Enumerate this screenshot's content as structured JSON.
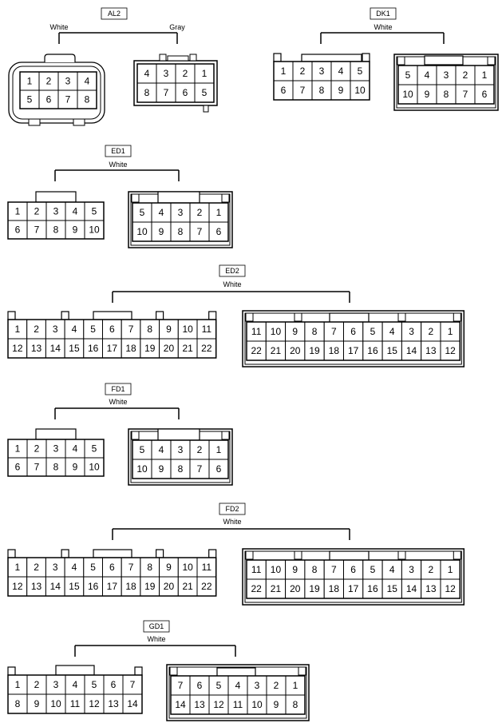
{
  "connectors": [
    {
      "id": "AL2",
      "label": "AL2",
      "colors": [
        "White",
        "Gray"
      ],
      "male": {
        "rows": [
          [
            "1",
            "2",
            "3",
            "4"
          ],
          [
            "5",
            "6",
            "7",
            "8"
          ]
        ]
      },
      "female": {
        "rows": [
          [
            "4",
            "3",
            "2",
            "1"
          ],
          [
            "8",
            "7",
            "6",
            "5"
          ]
        ]
      }
    },
    {
      "id": "DK1",
      "label": "DK1",
      "colors": [
        "White"
      ],
      "male": {
        "rows": [
          [
            "1",
            "2",
            "3",
            "4",
            "5"
          ],
          [
            "6",
            "7",
            "8",
            "9",
            "10"
          ]
        ]
      },
      "female": {
        "rows": [
          [
            "5",
            "4",
            "3",
            "2",
            "1"
          ],
          [
            "10",
            "9",
            "8",
            "7",
            "6"
          ]
        ]
      }
    },
    {
      "id": "ED1",
      "label": "ED1",
      "colors": [
        "White"
      ],
      "male": {
        "rows": [
          [
            "1",
            "2",
            "3",
            "4",
            "5"
          ],
          [
            "6",
            "7",
            "8",
            "9",
            "10"
          ]
        ]
      },
      "female": {
        "rows": [
          [
            "5",
            "4",
            "3",
            "2",
            "1"
          ],
          [
            "10",
            "9",
            "8",
            "7",
            "6"
          ]
        ]
      }
    },
    {
      "id": "ED2",
      "label": "ED2",
      "colors": [
        "White"
      ],
      "male": {
        "rows": [
          [
            "1",
            "2",
            "3",
            "4",
            "5",
            "6",
            "7",
            "8",
            "9",
            "10",
            "11"
          ],
          [
            "12",
            "13",
            "14",
            "15",
            "16",
            "17",
            "18",
            "19",
            "20",
            "21",
            "22"
          ]
        ]
      },
      "female": {
        "rows": [
          [
            "11",
            "10",
            "9",
            "8",
            "7",
            "6",
            "5",
            "4",
            "3",
            "2",
            "1"
          ],
          [
            "22",
            "21",
            "20",
            "19",
            "18",
            "17",
            "16",
            "15",
            "14",
            "13",
            "12"
          ]
        ]
      }
    },
    {
      "id": "FD1",
      "label": "FD1",
      "colors": [
        "White"
      ],
      "male": {
        "rows": [
          [
            "1",
            "2",
            "3",
            "4",
            "5"
          ],
          [
            "6",
            "7",
            "8",
            "9",
            "10"
          ]
        ]
      },
      "female": {
        "rows": [
          [
            "5",
            "4",
            "3",
            "2",
            "1"
          ],
          [
            "10",
            "9",
            "8",
            "7",
            "6"
          ]
        ]
      }
    },
    {
      "id": "FD2",
      "label": "FD2",
      "colors": [
        "White"
      ],
      "male": {
        "rows": [
          [
            "1",
            "2",
            "3",
            "4",
            "5",
            "6",
            "7",
            "8",
            "9",
            "10",
            "11"
          ],
          [
            "12",
            "13",
            "14",
            "15",
            "16",
            "17",
            "18",
            "19",
            "20",
            "21",
            "22"
          ]
        ]
      },
      "female": {
        "rows": [
          [
            "11",
            "10",
            "9",
            "8",
            "7",
            "6",
            "5",
            "4",
            "3",
            "2",
            "1"
          ],
          [
            "22",
            "21",
            "20",
            "19",
            "18",
            "17",
            "16",
            "15",
            "14",
            "13",
            "12"
          ]
        ]
      }
    },
    {
      "id": "GD1",
      "label": "GD1",
      "colors": [
        "White"
      ],
      "male": {
        "rows": [
          [
            "1",
            "2",
            "3",
            "4",
            "5",
            "6",
            "7"
          ],
          [
            "8",
            "9",
            "10",
            "11",
            "12",
            "13",
            "14"
          ]
        ]
      },
      "female": {
        "rows": [
          [
            "7",
            "6",
            "5",
            "4",
            "3",
            "2",
            "1"
          ],
          [
            "14",
            "13",
            "12",
            "11",
            "10",
            "9",
            "8"
          ]
        ]
      }
    }
  ]
}
